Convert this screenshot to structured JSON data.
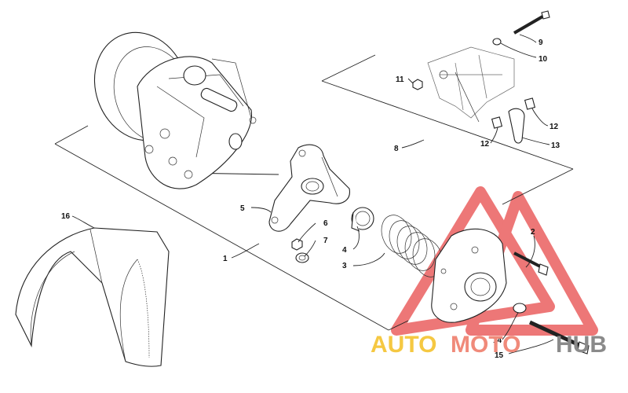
{
  "callouts": [
    {
      "id": "1",
      "text": "1"
    },
    {
      "id": "2",
      "text": "2"
    },
    {
      "id": "3",
      "text": "3"
    },
    {
      "id": "4",
      "text": "4"
    },
    {
      "id": "5",
      "text": "5"
    },
    {
      "id": "6",
      "text": "6"
    },
    {
      "id": "7",
      "text": "7"
    },
    {
      "id": "8",
      "text": "8"
    },
    {
      "id": "9",
      "text": "9"
    },
    {
      "id": "10",
      "text": "10"
    },
    {
      "id": "11",
      "text": "11"
    },
    {
      "id": "12a",
      "text": "12"
    },
    {
      "id": "12b",
      "text": "12"
    },
    {
      "id": "13",
      "text": "13"
    },
    {
      "id": "14",
      "text": "14"
    },
    {
      "id": "15",
      "text": "15"
    },
    {
      "id": "16",
      "text": "16"
    }
  ],
  "watermark": {
    "word_auto": "AUTO",
    "word_moto": "MOTO",
    "word_hub": "HUB",
    "color_auto": "#f5c842",
    "color_moto": "#f08a7a",
    "color_hub": "#8a8a8a",
    "triangle_color": "#e84a4a"
  }
}
